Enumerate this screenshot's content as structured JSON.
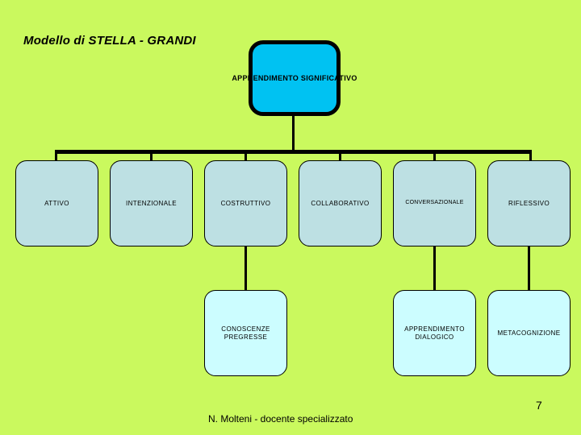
{
  "slide": {
    "title": "Modello di STELLA - GRANDI",
    "background_color": "#caf95e",
    "page_number": "7",
    "footer_note": "N. Molteni - docente specializzato"
  },
  "diagram": {
    "root": {
      "label": "APPRENDIMENTO SIGNIFICATIVO",
      "fill_color": "#00c2f2",
      "border_color": "#000000"
    },
    "level2": {
      "fill_color": "#bde0e3",
      "border_color": "#000000",
      "nodes": [
        {
          "label": "ATTIVO"
        },
        {
          "label": "INTENZIONALE"
        },
        {
          "label": "COSTRUTTIVO"
        },
        {
          "label": "COLLABORATIVO"
        },
        {
          "label": "CONVERSAZIONALE"
        },
        {
          "label": "RIFLESSIVO"
        }
      ]
    },
    "level3": {
      "fill_color": "#ccfdff",
      "border_color": "#000000",
      "nodes": [
        {
          "label": "CONOSCENZE\nPREGRESSE"
        },
        {
          "label": "APPRENDIMENTO\nDIALOGICO"
        },
        {
          "label": "METACOGNIZIONE"
        }
      ]
    }
  }
}
